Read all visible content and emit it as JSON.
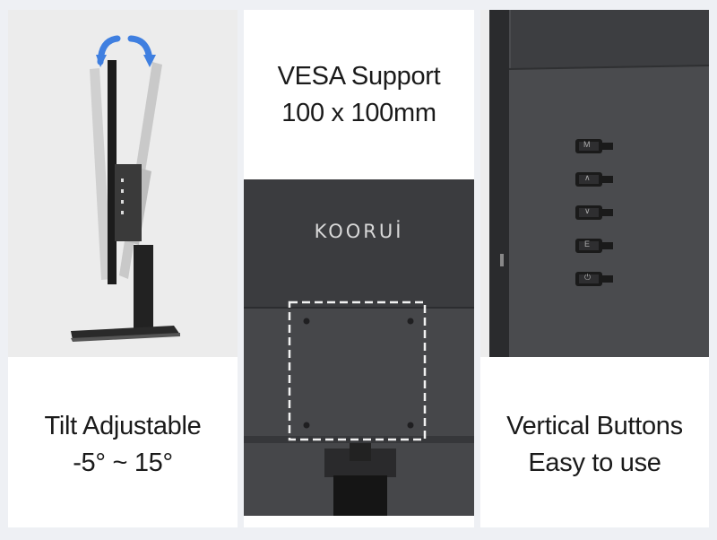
{
  "panels": [
    {
      "caption_line1": "Tilt Adjustable",
      "caption_line2": "-5° ~ 15°"
    },
    {
      "caption_line1": "VESA Support",
      "caption_line2": "100 x 100mm",
      "brand": "KOORUİ"
    },
    {
      "caption_line1": "Vertical Buttons",
      "caption_line2": "Easy to use",
      "buttons": [
        "M",
        "∧",
        "∨",
        "E",
        "⏻"
      ]
    }
  ],
  "colors": {
    "panel_bg": "#ffffff",
    "page_bg": "#eef0f4",
    "arrow_blue": "#3f7fe0",
    "monitor_dark": "#3b3c3f"
  },
  "icons": [
    "tilt-arrows-icon",
    "vesa-outline-icon",
    "menu-icon",
    "up-icon",
    "down-icon",
    "exit-icon",
    "power-icon"
  ]
}
